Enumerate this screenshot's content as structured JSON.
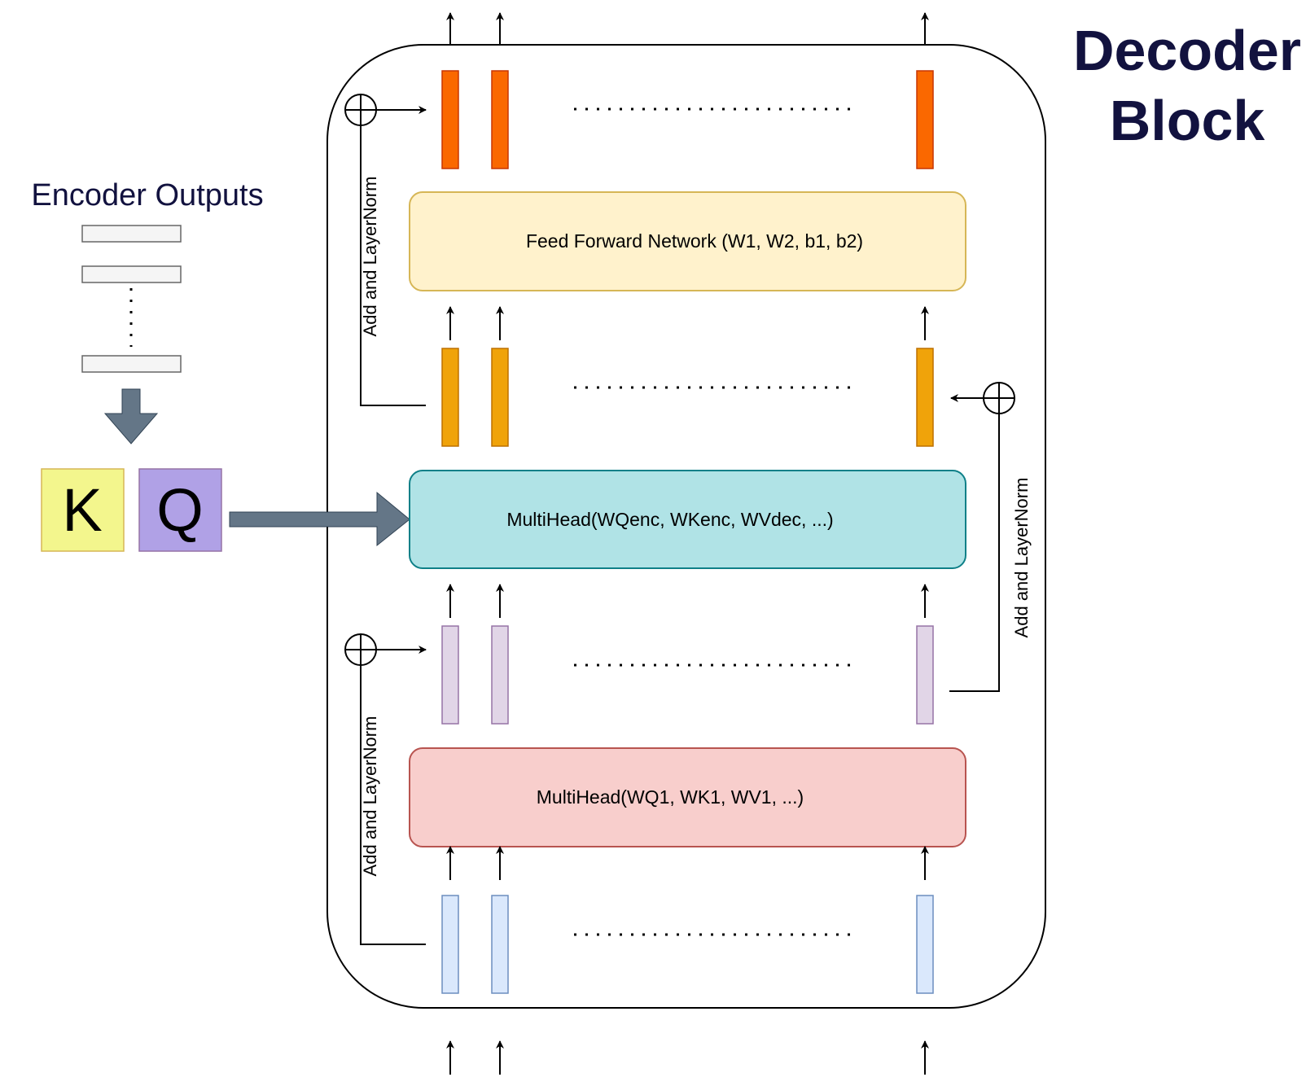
{
  "title": {
    "line1": "Decoder",
    "line2": "Block",
    "color": "#12123f"
  },
  "encoder": {
    "label": "Encoder Outputs",
    "label_color": "#12123f",
    "k_label": "K",
    "q_label": "Q",
    "k_color": "#f3f68d",
    "q_color": "#b0a1e6"
  },
  "blocks": {
    "ffn": {
      "label": "Feed Forward Network (W1, W2, b1, b2)",
      "fill": "#fff2cc",
      "stroke": "#d6b656"
    },
    "cross_attention": {
      "label": "MultiHead(WQenc, WKenc, WVdec, ...)",
      "fill": "#b0e3e6",
      "stroke": "#0e8088"
    },
    "self_attention": {
      "label": "MultiHead(WQ1, WK1, WV1, ...)",
      "fill": "#f8cecc",
      "stroke": "#b85450"
    }
  },
  "residuals": {
    "top_left": "Add and LayerNorm",
    "right": "Add and LayerNorm",
    "bottom_left": "Add and LayerNorm"
  },
  "token_colors": {
    "output": {
      "fill": "#fa6800",
      "stroke": "#c73500"
    },
    "cross_in": {
      "fill": "#f0a30a",
      "stroke": "#bd7000"
    },
    "self_out": {
      "fill": "#e1d5e7",
      "stroke": "#9673a6"
    },
    "input": {
      "fill": "#dae8fc",
      "stroke": "#6c8ebf"
    }
  },
  "arrow_fill": "#647687"
}
